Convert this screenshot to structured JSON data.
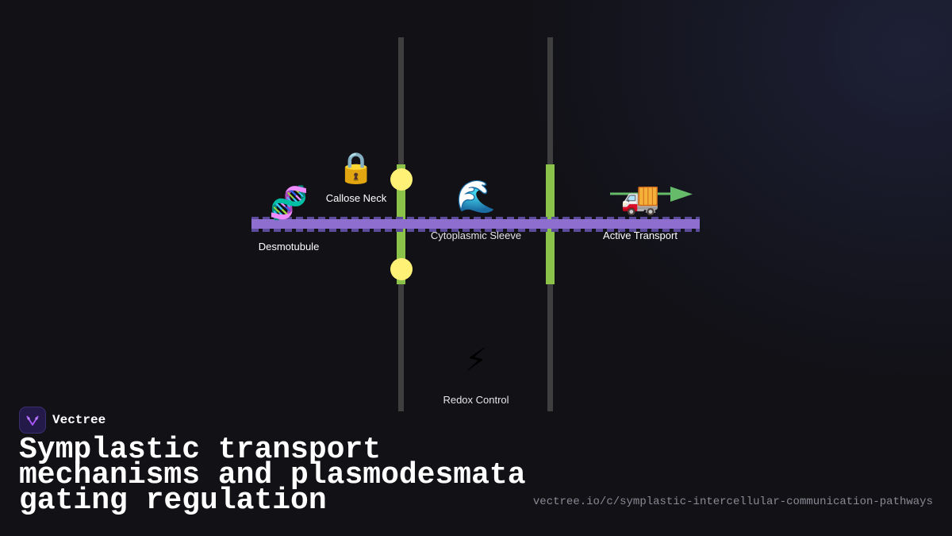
{
  "diagram": {
    "labels": {
      "desmotubule": "Desmotubule",
      "callose_neck": "Callose Neck",
      "cytoplasmic_sleeve": "Cytoplasmic Sleeve",
      "active_transport": "Active Transport",
      "redox_control": "Redox Control"
    },
    "icons": {
      "desmotubule": "🧬",
      "callose_neck": "🔒",
      "cytoplasmic_sleeve": "🌊",
      "active_transport": "🚚",
      "redox_control": "⚡"
    },
    "colors": {
      "cell_wall": "#3f3f3f",
      "channel": "#8bc34a",
      "tubule": "#8e6fd0",
      "tubule_dash": "#5c4a9a",
      "callose": "#fff176",
      "arrow": "#66bb6a"
    }
  },
  "brand": {
    "name": "Vectree"
  },
  "title": "Symplastic transport mechanisms and plasmodesmata gating regulation",
  "url": "vectree.io/c/symplastic-intercellular-communication-pathways"
}
